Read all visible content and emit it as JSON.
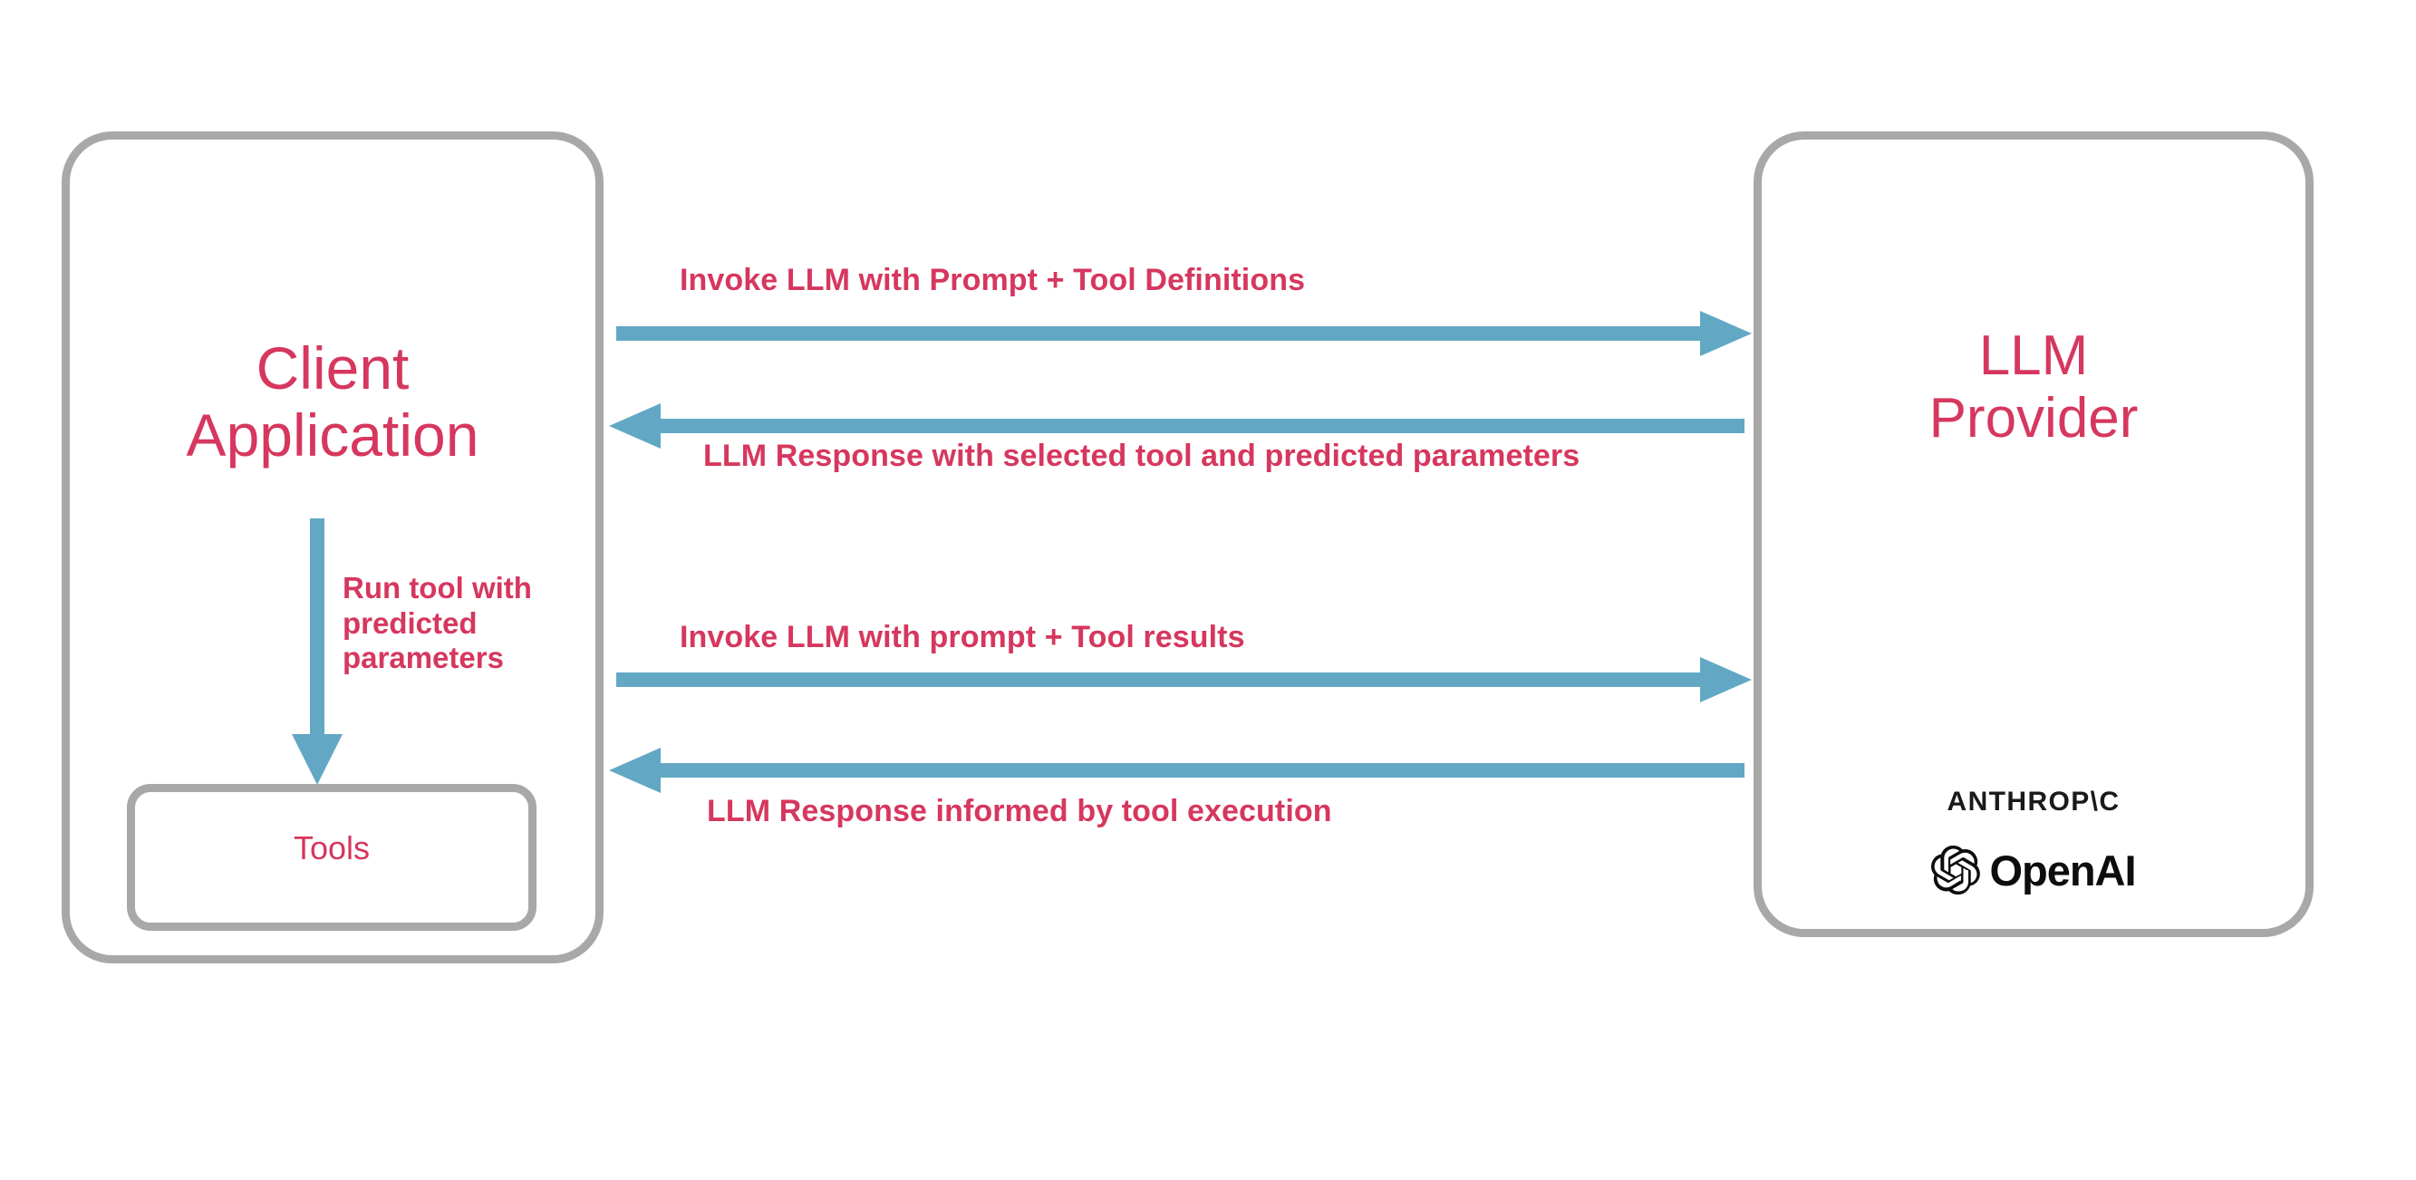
{
  "diagram": {
    "title": "LLM tool-calling interaction flow",
    "colors": {
      "accent_text": "#d6375e",
      "box_border": "#a8a8a8",
      "arrow": "#62a8c4",
      "logo": "#0d0d0d",
      "background": "#ffffff"
    },
    "nodes": {
      "client": {
        "label": "Client\nApplication"
      },
      "tools": {
        "label": "Tools"
      },
      "llm_provider": {
        "label": "LLM\nProvider"
      }
    },
    "brands": [
      {
        "name": "anthropic-logo",
        "wordmark": "ANTHROP\\C"
      },
      {
        "name": "openai-logo",
        "wordmark": "OpenAI"
      }
    ],
    "edges": [
      {
        "name": "invoke-llm-with-tool-definitions",
        "label": "Invoke LLM with Prompt + Tool Definitions",
        "from": "client",
        "to": "llm_provider",
        "direction": "right"
      },
      {
        "name": "llm-response-selected-tool",
        "label": "LLM Response with selected tool and predicted parameters",
        "from": "llm_provider",
        "to": "client",
        "direction": "left"
      },
      {
        "name": "invoke-llm-with-tool-results",
        "label": "Invoke LLM with prompt + Tool results",
        "from": "client",
        "to": "llm_provider",
        "direction": "right"
      },
      {
        "name": "llm-response-informed-by-tool",
        "label": "LLM Response informed by tool execution",
        "from": "llm_provider",
        "to": "client",
        "direction": "left"
      },
      {
        "name": "run-tool-with-predicted-parameters",
        "label": "Run tool with\npredicted\nparameters",
        "from": "client",
        "to": "tools",
        "direction": "down"
      }
    ]
  }
}
